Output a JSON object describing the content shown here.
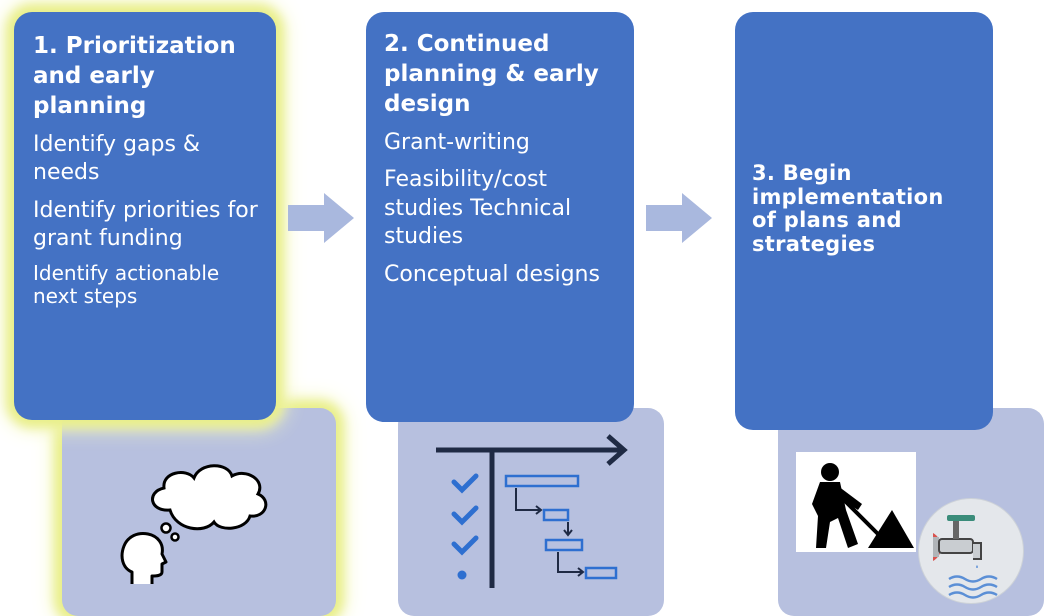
{
  "steps": [
    {
      "title": "1. Prioritization and early planning",
      "items": [
        "Identify gaps & needs",
        "Identify priorities for grant funding",
        "Identify actionable next steps"
      ]
    },
    {
      "title": "2. Continued planning & early design",
      "items": [
        "Grant-writing",
        "Feasibility/cost studies Technical studies",
        "Conceptual designs"
      ]
    },
    {
      "title": "3. Begin implementation of plans and strategies",
      "items": []
    }
  ],
  "icons": {
    "step1": "thinking-head-icon",
    "step2": "gantt-chart-icon",
    "step3a": "construction-worker-icon",
    "step3b": "water-tap-icon"
  },
  "colors": {
    "card": "#4472c4",
    "backing": "#b7c0df",
    "arrow": "#a9b8de",
    "highlight": "#eef28a"
  }
}
